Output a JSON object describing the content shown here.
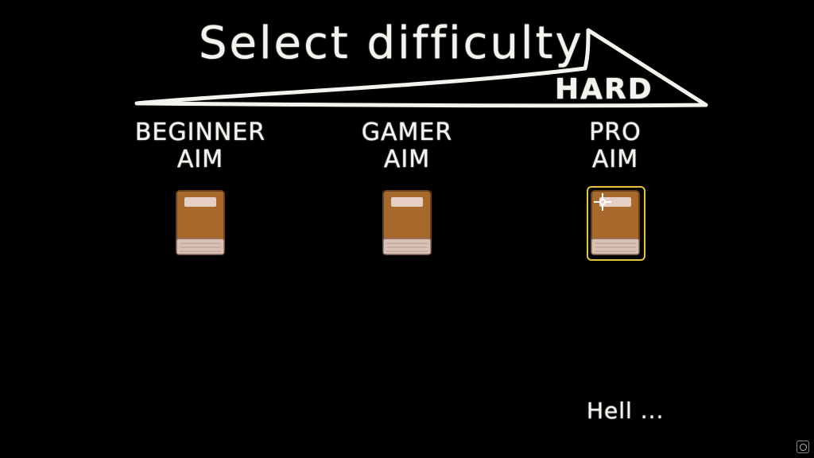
{
  "title": "Select difficulty",
  "scale": {
    "end_label": "HARD"
  },
  "options": [
    {
      "label": "BEGINNER\nAIM",
      "selected": false
    },
    {
      "label": "GAMER\nAIM",
      "selected": false
    },
    {
      "label": "PRO\nAIM",
      "selected": true
    }
  ],
  "hint": "Hell ...",
  "colors": {
    "background": "#000000",
    "chalk": "#f4f4ef",
    "book_cover": "#a8692c",
    "book_pages": "#d9c2b5",
    "book_label": "#e6d0c6",
    "selection": "#e6c43a"
  },
  "icons": {
    "book": "book-icon",
    "cursor": "crosshair-cursor-icon",
    "corner": "circle-icon"
  }
}
